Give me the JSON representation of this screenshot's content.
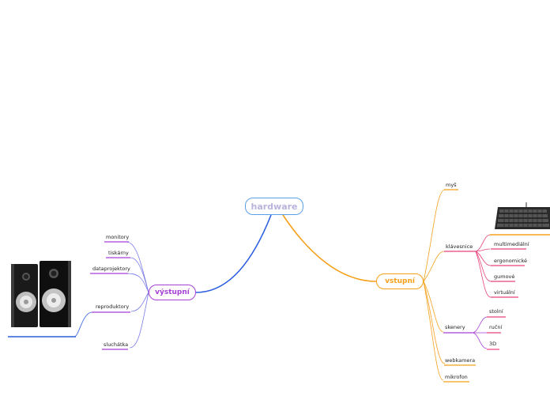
{
  "root": {
    "label": "hardware"
  },
  "output_branch": {
    "label": "výstupní",
    "children": [
      "monitory",
      "tiskárny",
      "dataprojektory",
      "reproduktory",
      "sluchátka"
    ]
  },
  "input_branch": {
    "label": "vstupní",
    "children": {
      "mouse": "myš",
      "keyboard": "klávesnice",
      "keyboard_types": [
        "multimediální",
        "ergonomické",
        "gumové",
        "virtuální"
      ],
      "scanners": "skenery",
      "scanner_types": [
        "stolní",
        "ruční",
        "3D"
      ],
      "webcam": "webkamera",
      "microphone": "mikrofon"
    }
  },
  "images": {
    "speakers": "speakers-image",
    "keyboard": "keyboard-image"
  },
  "colors": {
    "root_border": "#5aa0e8",
    "root_text": "#b8b4dc",
    "output": "#a63fd6",
    "input": "#f5a01a",
    "keyboard_sub": "#e8437a",
    "link_root_output": "#2c5fe0"
  }
}
